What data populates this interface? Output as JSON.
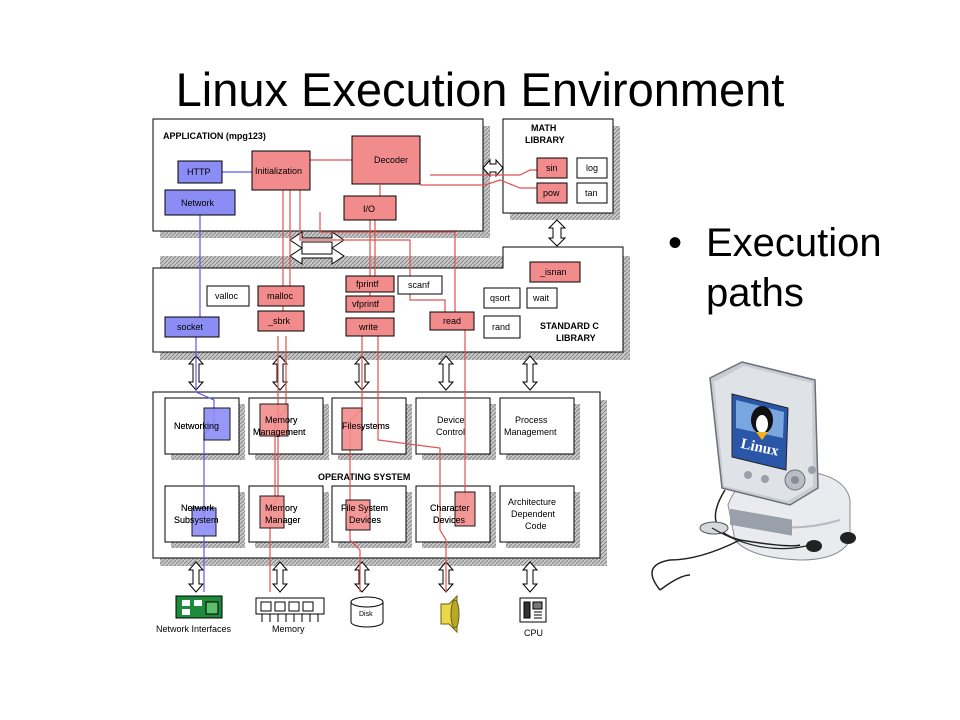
{
  "slide": {
    "title": "Linux Execution Environment",
    "bullet": "Execution paths",
    "bullet_marker": "•"
  },
  "diagram": {
    "application": {
      "title": "APPLICATION (mpg123)",
      "http": "HTTP",
      "network": "Network",
      "initialization": "Initialization",
      "decoder": "Decoder",
      "io": "I/O"
    },
    "math_library": {
      "title_line1": "MATH",
      "title_line2": "LIBRARY",
      "sin": "sin",
      "log": "log",
      "pow": "pow",
      "tan": "tan"
    },
    "standard_c_library": {
      "title_line1": "STANDARD C",
      "title_line2": "LIBRARY",
      "valloc": "valloc",
      "malloc": "malloc",
      "sbrk": "_sbrk",
      "socket": "socket",
      "fprintf": "fprintf",
      "vfprintf": "vfprintf",
      "write": "write",
      "scanf": "scanf",
      "read": "read",
      "isnan": "_isnan",
      "qsort": "qsort",
      "wait": "wait",
      "rand": "rand"
    },
    "operating_system": {
      "title": "OPERATING SYSTEM",
      "networking": "Networking",
      "memory_management_1": "Memory",
      "memory_management_2": "Management",
      "filesystems": "Filesystems",
      "device_control_1": "Device",
      "device_control_2": "Control",
      "process_management_1": "Process",
      "process_management_2": "Management",
      "network_subsystem_1": "Network",
      "network_subsystem_2": "Subsystem",
      "memory_manager_1": "Memory",
      "memory_manager_2": "Manager",
      "fs_devices_1": "File System",
      "fs_devices_2": "Devices",
      "char_devices_1": "Character",
      "char_devices_2": "Devices",
      "arch_code_1": "Architecture",
      "arch_code_2": "Dependent",
      "arch_code_3": "Code"
    },
    "hardware": {
      "network_interfaces": "Network Interfaces",
      "memory": "Memory",
      "disk": "Disk",
      "cpu": "CPU"
    },
    "device_image": {
      "screen_text": "Linux"
    }
  },
  "colors": {
    "blue_path": "#7878f0",
    "red_path": "#f07878",
    "box_shadow": "#9a9a9a",
    "red_line": "#e05050",
    "blue_line": "#5a5af0"
  }
}
